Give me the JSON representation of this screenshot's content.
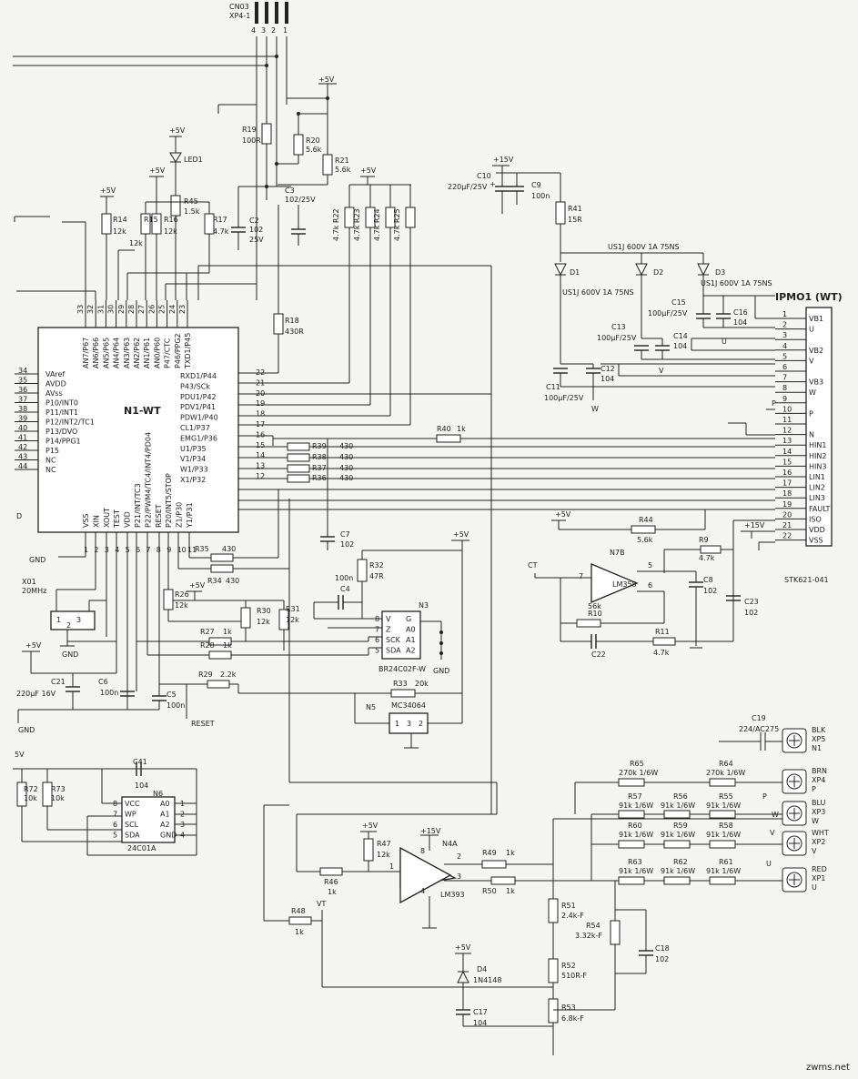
{
  "connector_cn03": {
    "ref": "CN03",
    "part": "XP4-1",
    "pins": [
      "4",
      "3",
      "2",
      "1"
    ]
  },
  "power": {
    "vcc5": "+5V",
    "vcc15": "+15V",
    "gnd": "GND",
    "neg5": "5V"
  },
  "mcu": {
    "name": "N1-WT",
    "top_pins": [
      "33",
      "32",
      "31",
      "30",
      "29",
      "28",
      "27",
      "26",
      "25",
      "24",
      "23"
    ],
    "top_labels": [
      "AN7/P67",
      "AN6/P66",
      "AN5/P65",
      "AN4/P64",
      "AN3/P63",
      "AN2/P62",
      "AN1/P61",
      "AN0/P60",
      "P47/CTC",
      "P46/PPG2",
      "TXD1/P45"
    ],
    "left_pins": [
      "34",
      "35",
      "36",
      "37",
      "38",
      "39",
      "40",
      "41",
      "42",
      "43",
      "44"
    ],
    "left_labels": [
      "VAref",
      "AVDD",
      "AVss",
      "P10/INT0",
      "P11/INT1",
      "P12/INT2/TC1",
      "P13/DVO",
      "P14/PPG1",
      "P15",
      "NC",
      "NC"
    ],
    "right_pins": [
      "22",
      "21",
      "20",
      "19",
      "18",
      "17",
      "16",
      "15",
      "14",
      "13",
      "12"
    ],
    "right_labels": [
      "RXD1/P44",
      "P43/SCk",
      "PDU1/P42",
      "PDV1/P41",
      "PDW1/P40",
      "CL1/P37",
      "EMG1/P36",
      "U1/P35",
      "V1/P34",
      "W1/P33",
      "X1/P32"
    ],
    "bottom_pins": [
      "1",
      "2",
      "3",
      "4",
      "5",
      "6",
      "7",
      "8",
      "9",
      "10",
      "11"
    ],
    "bottom_labels": [
      "VSS",
      "XIN",
      "XOUT",
      "TEST",
      "VDD",
      "P21/INT/TC3",
      "P22/PWM4/TC4/INT4/PD04",
      "RESET",
      "P20/INT5/STOP",
      "Z1/P30",
      "Y1/P31"
    ],
    "bottom_extra": "D"
  },
  "ipm": {
    "name": "IPMO1 (WT)",
    "part": "STK621-041",
    "pins": [
      "1",
      "2",
      "3",
      "4",
      "5",
      "6",
      "7",
      "8",
      "9",
      "10",
      "11",
      "12",
      "13",
      "14",
      "15",
      "16",
      "17",
      "18",
      "19",
      "20",
      "21",
      "22"
    ],
    "labels": [
      "VB1",
      "U",
      "",
      "VB2",
      "V",
      "",
      "VB3",
      "W",
      "",
      "P",
      "",
      "N",
      "HIN1",
      "HIN2",
      "HIN3",
      "LIN1",
      "LIN2",
      "LIN3",
      "FAULT",
      "ISO",
      "VDD",
      "VSS"
    ]
  },
  "parts": {
    "R19": [
      "R19",
      "100R"
    ],
    "R20": [
      "R20",
      "5.6k"
    ],
    "R21": [
      "R21",
      "5.6k"
    ],
    "R14": [
      "R14",
      "12k"
    ],
    "R15": [
      "R15",
      "12k"
    ],
    "R16": [
      "R16",
      "12k"
    ],
    "R17": [
      "R17",
      "4.7k"
    ],
    "R45": [
      "R45",
      "1.5k"
    ],
    "R22": [
      "R22",
      "4.7k"
    ],
    "R23": [
      "R23",
      "4.7k"
    ],
    "R24": [
      "R24",
      "4.7k"
    ],
    "R25": [
      "R25",
      "4.7k"
    ],
    "R18": [
      "R18",
      "430R"
    ],
    "R40": [
      "R40",
      "1k"
    ],
    "R39": [
      "R39",
      "430"
    ],
    "R38": [
      "R38",
      "430"
    ],
    "R37": [
      "R37",
      "430"
    ],
    "R36": [
      "R36",
      "430"
    ],
    "R35": [
      "R35",
      "430"
    ],
    "R34": [
      "R34",
      "430"
    ],
    "R41": [
      "R41",
      "15R"
    ],
    "R26": [
      "R26",
      "12k"
    ],
    "R30": [
      "R30",
      "12k"
    ],
    "R31": [
      "R31",
      "12k"
    ],
    "R32": [
      "R32",
      "47R"
    ],
    "R27": [
      "R27",
      "1k"
    ],
    "R28": [
      "R28",
      "1k"
    ],
    "R29": [
      "R29",
      "2.2k"
    ],
    "R33": [
      "R33",
      "20k"
    ],
    "R44": [
      "R44",
      "5.6k"
    ],
    "R9": [
      "R9",
      "4.7k"
    ],
    "R10": [
      "R10",
      "56k"
    ],
    "R11": [
      "R11",
      "4.7k"
    ],
    "R72": [
      "R72",
      "10k"
    ],
    "R73": [
      "R73",
      "10k"
    ],
    "R47": [
      "R47",
      "12k"
    ],
    "R46": [
      "R46",
      "1k"
    ],
    "R48": [
      "R48",
      "1k"
    ],
    "R49": [
      "R49",
      "1k"
    ],
    "R50": [
      "R50",
      "1k"
    ],
    "R65": [
      "R65",
      "270k 1/6W"
    ],
    "R64": [
      "R64",
      "270k 1/6W"
    ],
    "R57": [
      "R57",
      "91k 1/6W"
    ],
    "R56": [
      "R56",
      "91k 1/6W"
    ],
    "R55": [
      "R55",
      "91k 1/6W"
    ],
    "R60": [
      "R60",
      "91k 1/6W"
    ],
    "R59": [
      "R59",
      "91k 1/6W"
    ],
    "R58": [
      "R58",
      "91k 1/6W"
    ],
    "R63": [
      "R63",
      "91k 1/6W"
    ],
    "R62": [
      "R62",
      "91k 1/6W"
    ],
    "R61": [
      "R61",
      "91k 1/6W"
    ],
    "R51": [
      "R51",
      "2.4k-F"
    ],
    "R54": [
      "R54",
      "3.32k-F"
    ],
    "R52": [
      "R52",
      "510R-F"
    ],
    "R53": [
      "R53",
      "6.8k-F"
    ],
    "C2": [
      "C2",
      "102",
      "25V"
    ],
    "C3": [
      "C3",
      "102/25V"
    ],
    "C7": [
      "C7",
      "102"
    ],
    "C10": [
      "C10",
      "220μF/25V"
    ],
    "C9": [
      "C9",
      "100n"
    ],
    "C15": [
      "C15",
      "100μF/25V"
    ],
    "C16": [
      "C16",
      "104"
    ],
    "C13": [
      "C13",
      "100μF/25V"
    ],
    "C14": [
      "C14",
      "104"
    ],
    "C11": [
      "C11",
      "100μF/25V"
    ],
    "C12": [
      "C12",
      "104"
    ],
    "C4": [
      "C4",
      "100n"
    ],
    "C8": [
      "C8",
      "102"
    ],
    "C22": [
      "C22",
      ""
    ],
    "C23": [
      "C23",
      "102"
    ],
    "C21": [
      "C21",
      "220μF 16V"
    ],
    "C6": [
      "C6",
      "100n"
    ],
    "C5": [
      "C5",
      "100n"
    ],
    "C41": [
      "C41",
      "104"
    ],
    "C19": [
      "C19",
      "224/AC275"
    ],
    "C18": [
      "C18",
      "102"
    ],
    "C17": [
      "C17",
      "104"
    ]
  },
  "diodes": {
    "D1": "D1",
    "D2": "D2",
    "D3": "D3",
    "D1_spec": "US1J 600V 1A 75NS",
    "D2_spec": "US1J 600V 1A 75NS",
    "D3_spec": "US1J 600V 1A 75NS",
    "D4": "D4",
    "D4_part": "1N4148",
    "LED1": "LED1"
  },
  "ics": {
    "N3": "N3",
    "N3_part": "BR24C02F-W",
    "N3_pins_l": [
      "8",
      "7",
      "6",
      "5"
    ],
    "N3_labels_l": [
      "V",
      "Z",
      "SCK",
      "SDA"
    ],
    "N3_labels_r": [
      "G",
      "A0",
      "A1",
      "A2"
    ],
    "N5": "N5",
    "N5_part": "MC34064",
    "N5_pins": [
      "1",
      "3",
      "2"
    ],
    "N6": "N6",
    "N6_part": "24C01A",
    "N6_pins_l": [
      "8",
      "7",
      "6",
      "5"
    ],
    "N6_labels_l": [
      "VCC",
      "WP",
      "SCL",
      "SDA"
    ],
    "N6_pins_r": [
      "1",
      "2",
      "3",
      "4"
    ],
    "N6_labels_r": [
      "A0",
      "A1",
      "A2",
      "GND"
    ],
    "N7B": "N7B",
    "N7B_part": "LM358",
    "N7B_pins": [
      "7",
      "5",
      "6"
    ],
    "N4A": "N4A",
    "N4A_part": "LM393",
    "N4A_pins": [
      "1",
      "8",
      "2",
      "3",
      "4"
    ]
  },
  "crystal": {
    "ref": "X01",
    "value": "20MHz",
    "pins": [
      "1",
      "2",
      "3"
    ]
  },
  "nets": {
    "reset": "RESET",
    "ct": "CT",
    "vt": "VT",
    "p": "P",
    "u": "U",
    "v": "V",
    "w": "W"
  },
  "terminals": [
    {
      "color": "BLK",
      "ref": "XP5",
      "net": "N1"
    },
    {
      "color": "BRN",
      "ref": "XP4",
      "net": "P"
    },
    {
      "color": "BLU",
      "ref": "XP3",
      "net": "W"
    },
    {
      "color": "WHT",
      "ref": "XP2",
      "net": "V"
    },
    {
      "color": "RED",
      "ref": "XP1",
      "net": "U"
    }
  ],
  "watermark": "zwms.net"
}
